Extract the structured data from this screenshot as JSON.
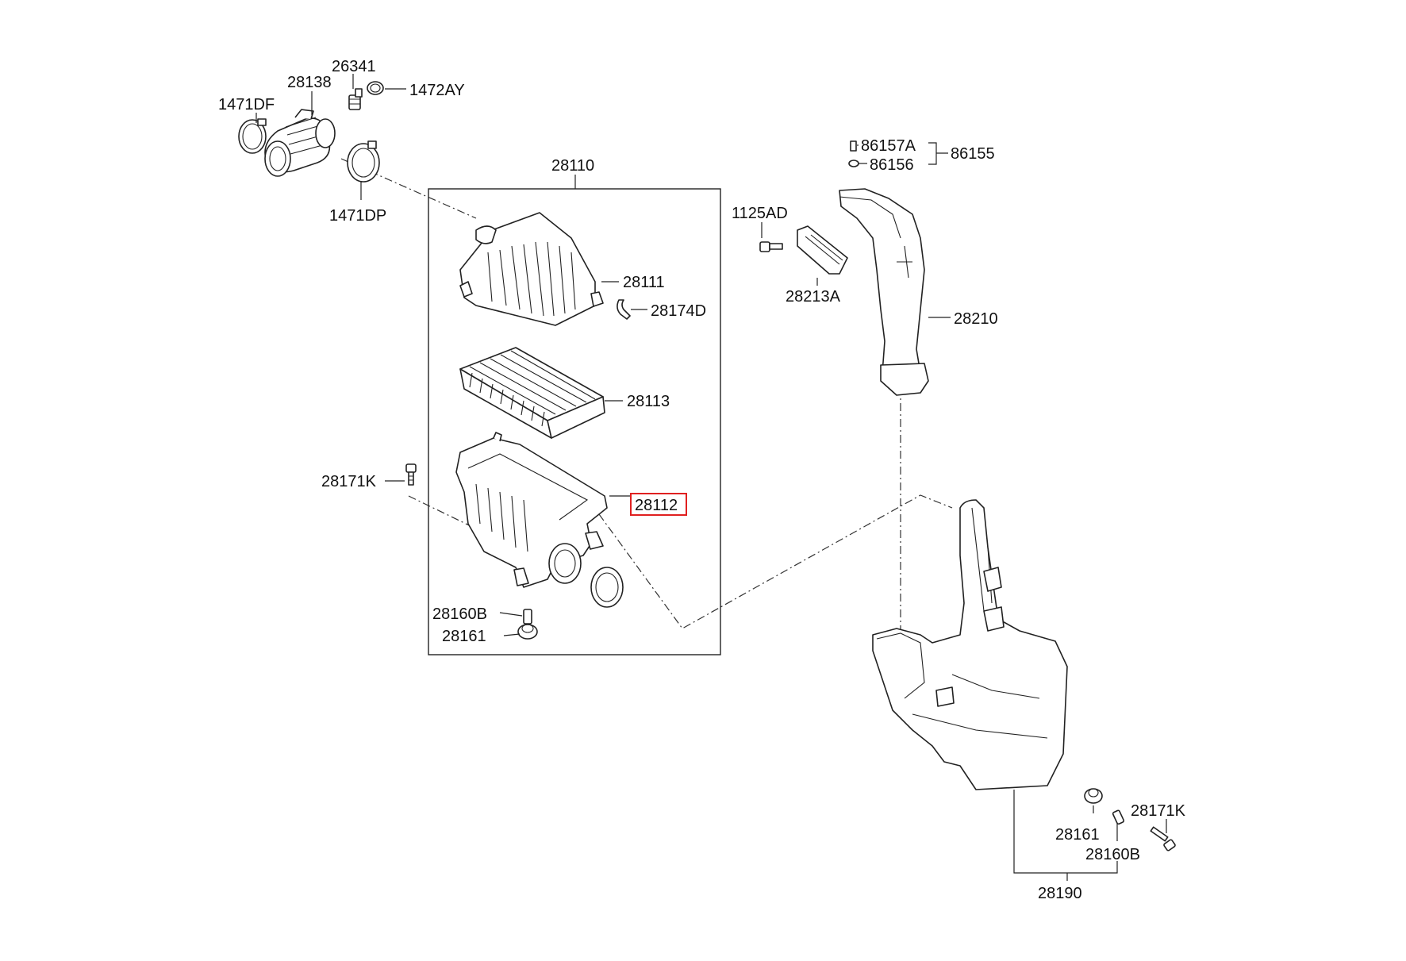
{
  "highlight_color": "#e02020",
  "labels": {
    "p1471DF": "1471DF",
    "p28138": "28138",
    "p26341": "26341",
    "p1472AY": "1472AY",
    "p1471DP": "1471DP",
    "p28110": "28110",
    "p28111": "28111",
    "p28174D": "28174D",
    "p28113": "28113",
    "p28171K_left": "28171K",
    "p28112": "28112",
    "p28160B_left": "28160B",
    "p28161_left": "28161",
    "p86157A": "86157A",
    "p86155": "86155",
    "p86156": "86156",
    "p1125AD": "1125AD",
    "p28213A": "28213A",
    "p28210": "28210",
    "p28171K_right": "28171K",
    "p28161_right": "28161",
    "p28160B_right": "28160B",
    "p28190": "28190"
  },
  "highlighted_part": "p28112",
  "icons": [
    "hose-clamp-icon",
    "air-duct-icon",
    "air-cleaner-cover-icon",
    "air-filter-element-icon",
    "air-cleaner-body-icon",
    "resonator-icon",
    "bolt-icon",
    "grommet-icon"
  ]
}
